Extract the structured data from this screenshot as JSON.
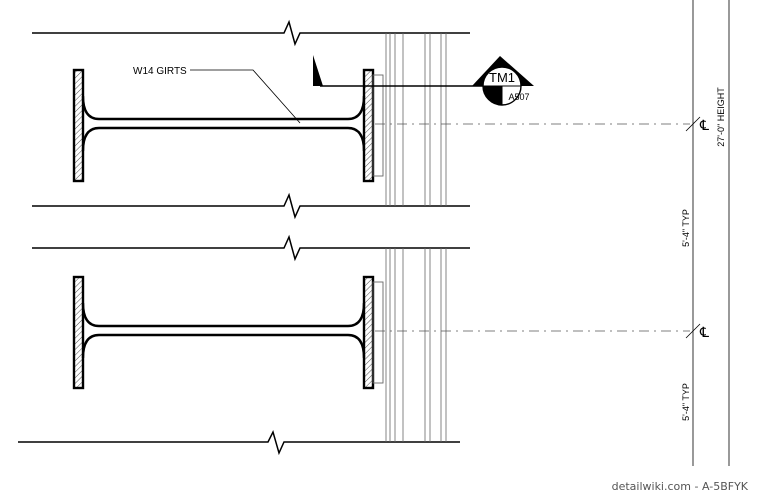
{
  "labels": {
    "girt_callout": "W14 GIRTS",
    "section_tag": "TM1",
    "sheet_ref": "A507",
    "height_dim": "27'-0\" HEIGHT",
    "spacing_upper": "5'-4\" TYP",
    "spacing_lower": "5'-4\" TYP",
    "centerline_upper": "℄",
    "centerline_lower": "℄"
  },
  "watermark": "detailwiki.com - A-5BFYK",
  "colors": {
    "linework": "#000000",
    "thin_line": "#777777",
    "background": "#ffffff"
  }
}
